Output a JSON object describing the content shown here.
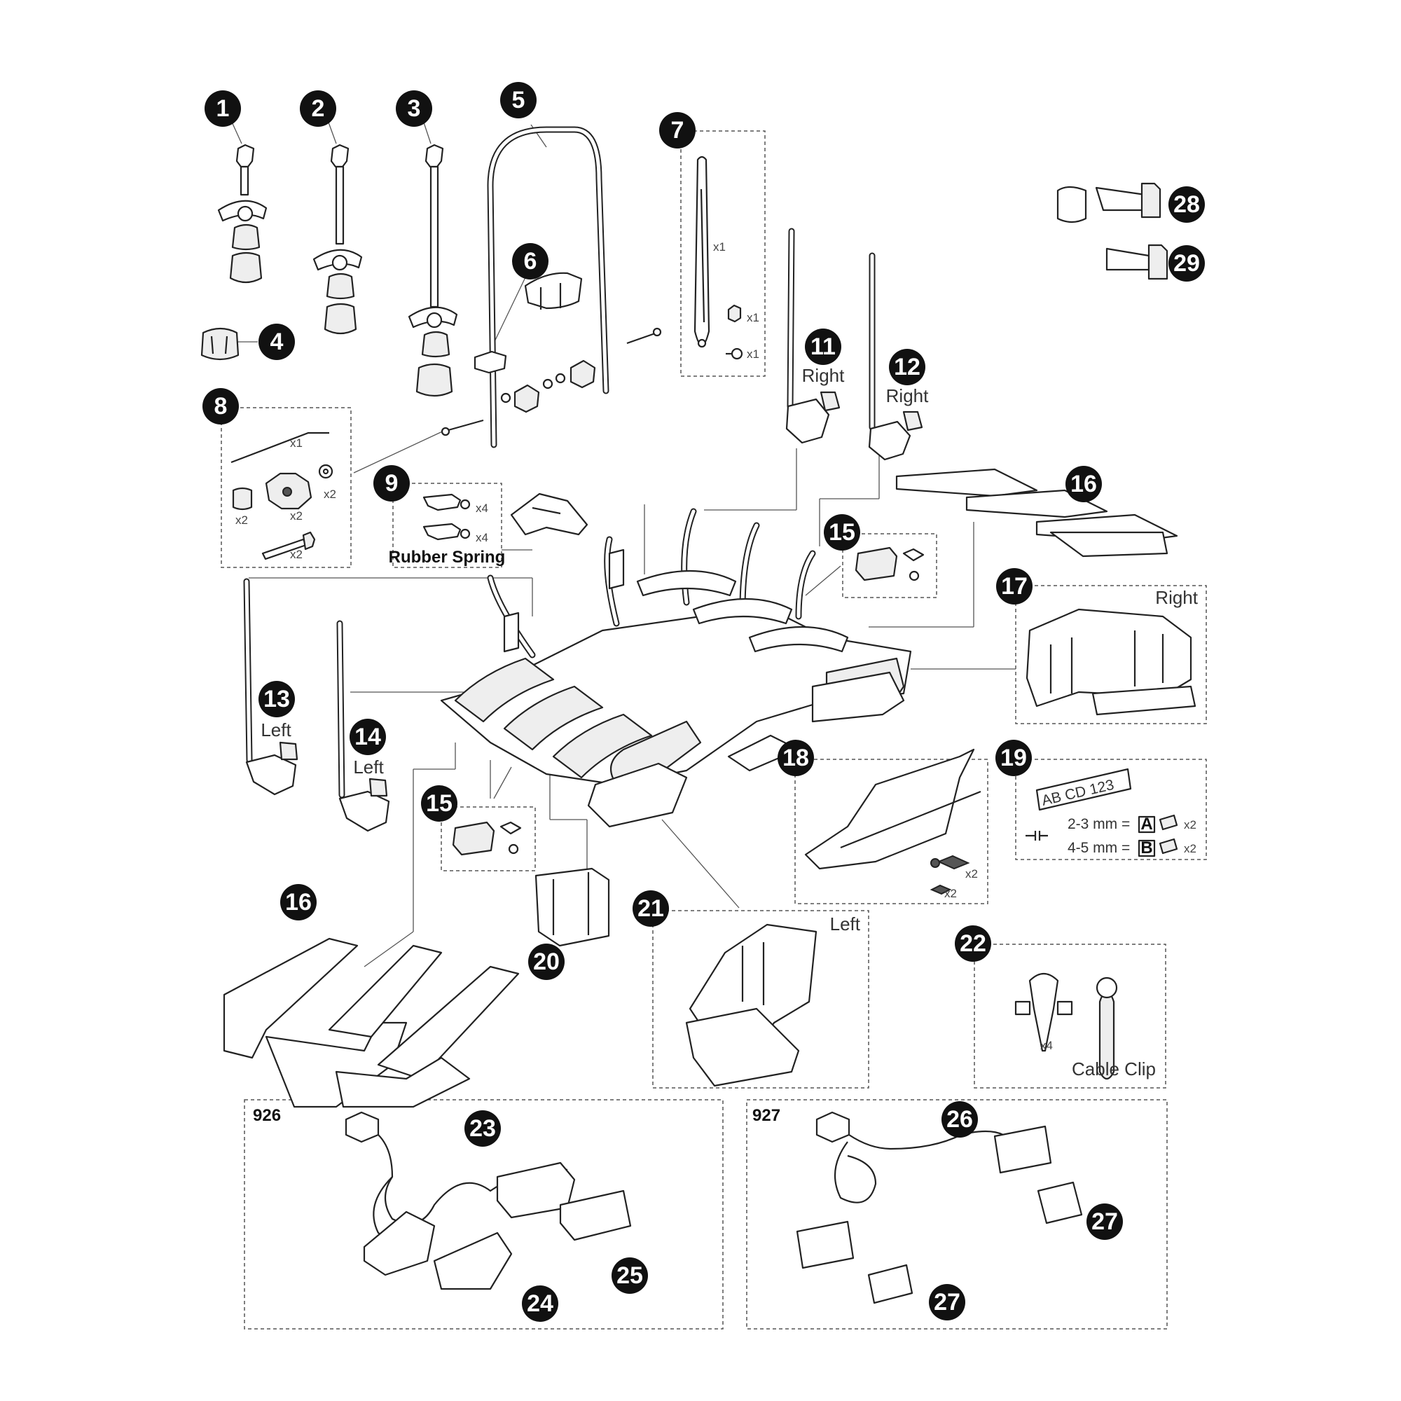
{
  "badges": {
    "b1": "1",
    "b2": "2",
    "b3": "3",
    "b4": "4",
    "b5": "5",
    "b6": "6",
    "b7": "7",
    "b8": "8",
    "b9": "9",
    "b11": "11",
    "b12": "12",
    "b13": "13",
    "b14": "14",
    "b15a": "15",
    "b15b": "15",
    "b16a": "16",
    "b16b": "16",
    "b17": "17",
    "b18": "18",
    "b19": "19",
    "b20": "20",
    "b21": "21",
    "b22": "22",
    "b23": "23",
    "b24": "24",
    "b25": "25",
    "b26": "26",
    "b27a": "27",
    "b27b": "27",
    "b28": "28",
    "b29": "29"
  },
  "labels": {
    "right_11": "Right",
    "right_12": "Right",
    "left_13": "Left",
    "left_14": "Left",
    "right_17": "Right",
    "left_21": "Left",
    "rubber_spring": "Rubber Spring",
    "cable_clip": "Cable Clip",
    "model_926": "926",
    "model_927": "927"
  },
  "quantities": {
    "q7_strap": "x1",
    "q7_nut": "x1",
    "q7_screw": "x1",
    "q8_key": "x1",
    "q8_washer": "x2",
    "q8_spacer": "x2",
    "q8_knob": "x2",
    "q8_bolt": "x2",
    "q9_a": "x4",
    "q9_b": "x4",
    "q18_a": "x2",
    "q18_b": "x2",
    "q19_a": "x2",
    "q19_b": "x2",
    "q22": "x4"
  },
  "plate_19": {
    "plate_text": "AB CD  123",
    "row_a": "2-3 mm =",
    "letter_a": "A",
    "row_b": "4-5 mm =",
    "letter_b": "B"
  }
}
